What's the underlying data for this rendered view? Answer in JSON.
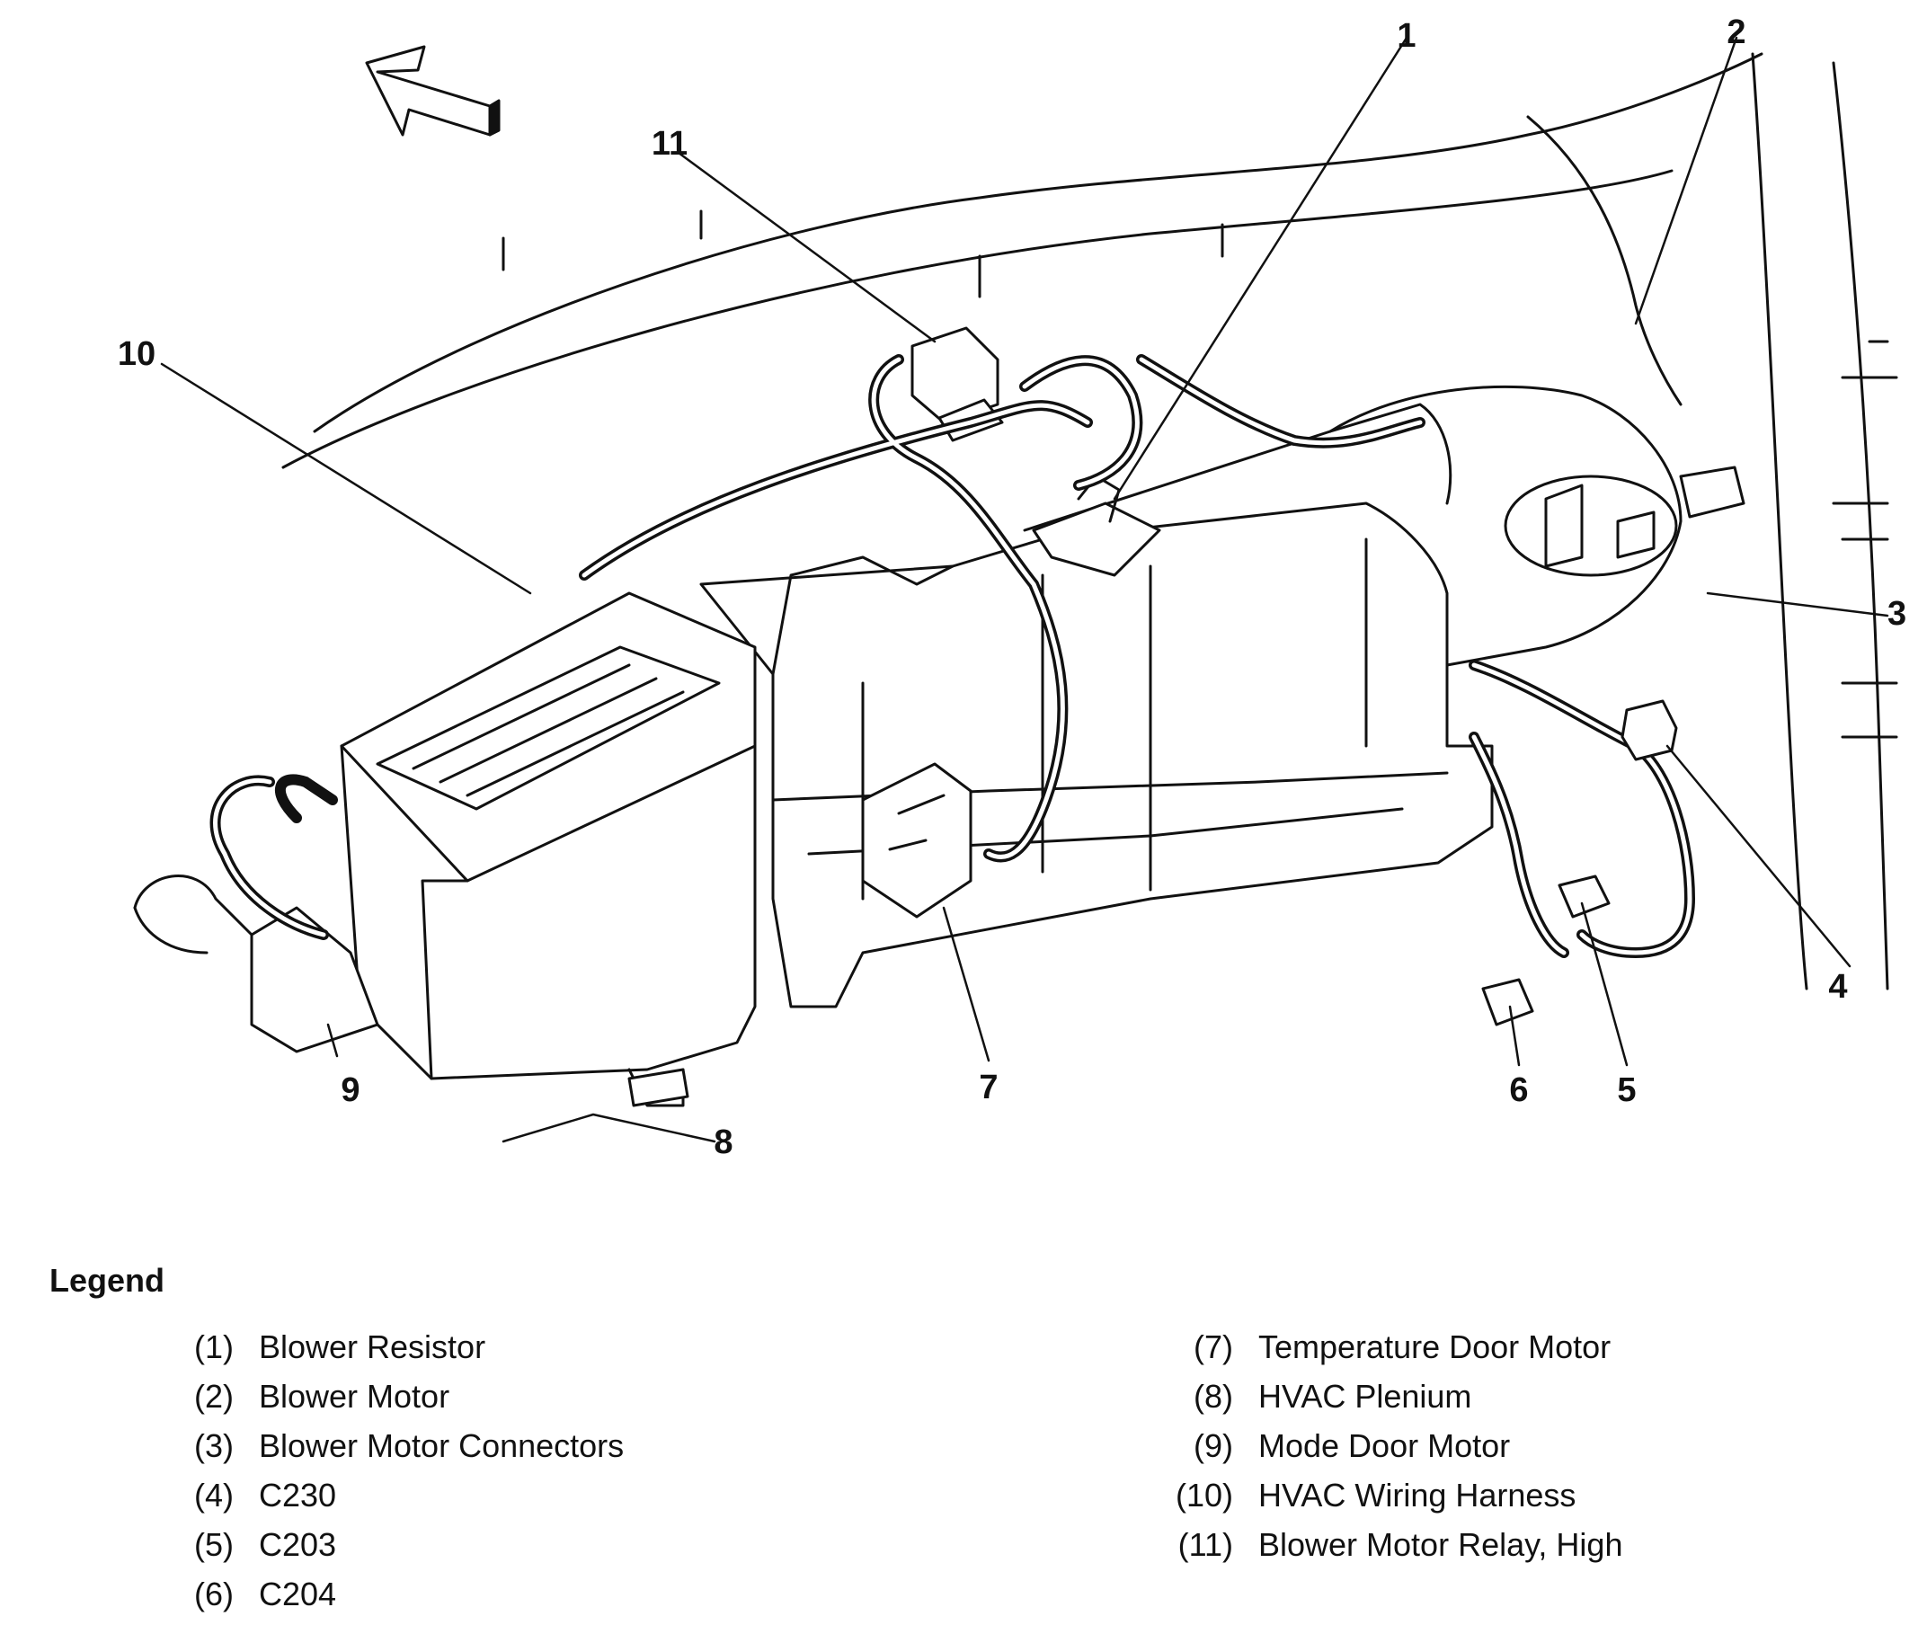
{
  "diagram": {
    "callouts": [
      {
        "id": "1",
        "label": "1"
      },
      {
        "id": "2",
        "label": "2"
      },
      {
        "id": "3",
        "label": "3"
      },
      {
        "id": "4",
        "label": "4"
      },
      {
        "id": "5",
        "label": "5"
      },
      {
        "id": "6",
        "label": "6"
      },
      {
        "id": "7",
        "label": "7"
      },
      {
        "id": "8",
        "label": "8"
      },
      {
        "id": "9",
        "label": "9"
      },
      {
        "id": "10",
        "label": "10"
      },
      {
        "id": "11",
        "label": "11"
      }
    ]
  },
  "legend": {
    "title": "Legend",
    "left": [
      {
        "num": "(1)",
        "text": "Blower Resistor"
      },
      {
        "num": "(2)",
        "text": "Blower Motor"
      },
      {
        "num": "(3)",
        "text": "Blower Motor Connectors"
      },
      {
        "num": "(4)",
        "text": "C230"
      },
      {
        "num": "(5)",
        "text": "C203"
      },
      {
        "num": "(6)",
        "text": "C204"
      }
    ],
    "right": [
      {
        "num": "(7)",
        "text": "Temperature Door Motor"
      },
      {
        "num": "(8)",
        "text": "HVAC Plenium"
      },
      {
        "num": "(9)",
        "text": "Mode Door Motor"
      },
      {
        "num": "(10)",
        "text": "HVAC Wiring Harness"
      },
      {
        "num": "(11)",
        "text": "Blower Motor Relay, High"
      }
    ]
  }
}
